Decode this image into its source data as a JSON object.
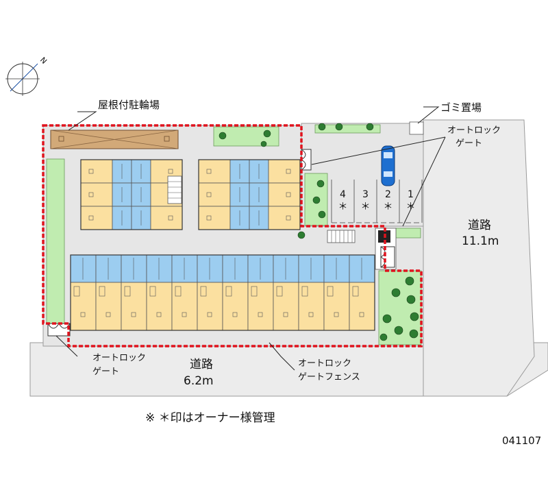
{
  "map": {
    "north_label": "N",
    "labels": {
      "bicycle_parking": "屋根付駐輪場",
      "garbage": "ゴミ置場",
      "gate_top_line1": "オートロック",
      "gate_top_line2": "ゲート",
      "road_east_line1": "道路",
      "road_east_line2": "11.1m",
      "gate_left_line1": "オートロック",
      "gate_left_line2": "ゲート",
      "road_south_line1": "道路",
      "road_south_line2": "6.2m",
      "fence_line1": "オートロック",
      "fence_line2": "ゲートフェンス"
    },
    "parking_spaces": [
      {
        "number": "4",
        "mark": "＊"
      },
      {
        "number": "3",
        "mark": "＊"
      },
      {
        "number": "2",
        "mark": "＊"
      },
      {
        "number": "1",
        "mark": "＊"
      }
    ],
    "note": "※ ＊印はオーナー様管理",
    "code": "041107",
    "colors": {
      "fence": "#e0141e",
      "unit_fill": "#fbe0a0",
      "unit_blue": "#9ccdf0",
      "green": "#c0ecb0",
      "tree": "#2e7d32",
      "ground": "#e6e6e6",
      "road": "#ececec",
      "roof": "#d2a978",
      "car": "#1e6fd0"
    }
  }
}
